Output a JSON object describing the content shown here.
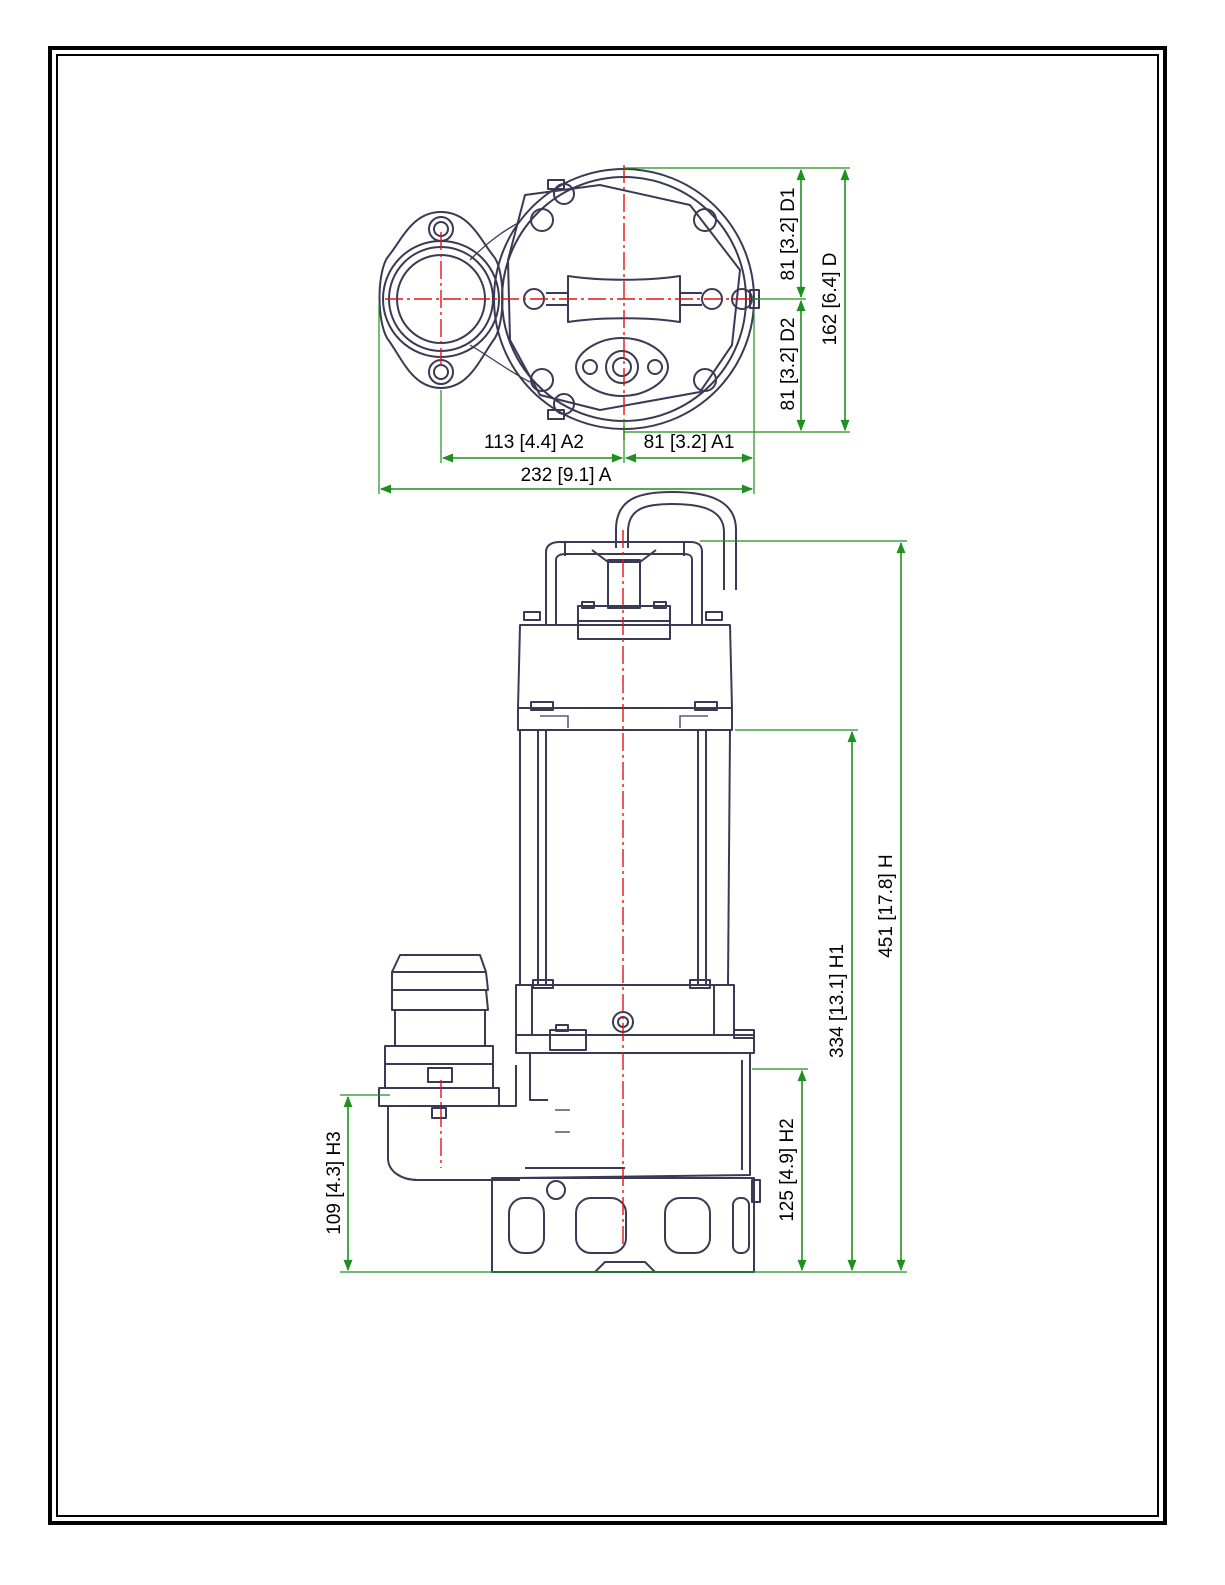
{
  "colors": {
    "dimension": "#1f8f1f",
    "centerline": "#e01414",
    "outline": "#3a3a55",
    "frame": "#000000"
  },
  "top_view": {
    "D1": "81 [3.2] D1",
    "D2": "81 [3.2] D2",
    "D": "162 [6.4] D",
    "A2": "113 [4.4] A2",
    "A1": "81 [3.2] A1",
    "A": "232 [9.1] A"
  },
  "side_view": {
    "H": "451 [17.8] H",
    "H1": "334 [13.1] H1",
    "H2": "125 [4.9] H2",
    "H3": "109 [4.3] H3"
  }
}
